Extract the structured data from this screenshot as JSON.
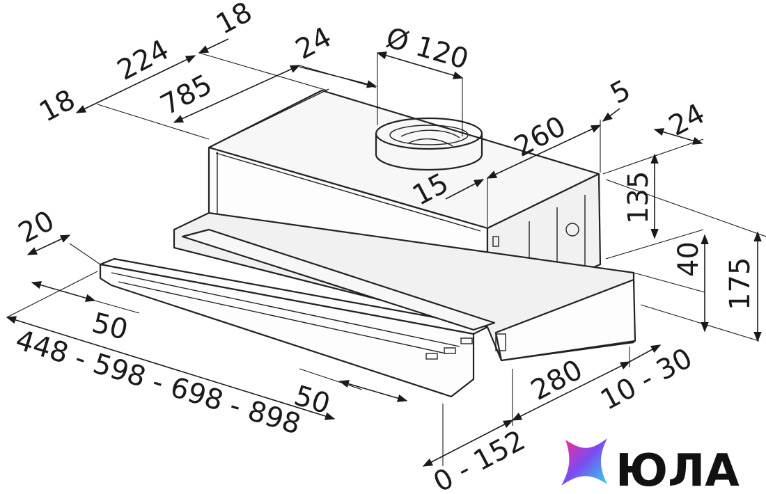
{
  "dimensions": {
    "d18_left": "18",
    "d224": "224",
    "d18_top": "18",
    "d24_top": "24",
    "d_diam120": "Ø 120",
    "d785": "785",
    "d5": "5",
    "d260": "260",
    "d24_right": "24",
    "d15": "15",
    "d135": "135",
    "d20": "20",
    "d40": "40",
    "d175": "175",
    "d50_left": "50",
    "d448": "448 - 598 - 698 - 898",
    "d50_front": "50",
    "d280": "280",
    "d10_30": "10 - 30",
    "d0_152": "0 - 152"
  },
  "logo": {
    "text": "ЮЛА"
  },
  "colors": {
    "line": "#222222",
    "text": "#1a1a1a",
    "logo_pink": "#e0309c",
    "logo_blue": "#3a6cf0",
    "logo_cyan": "#33d0e8"
  }
}
